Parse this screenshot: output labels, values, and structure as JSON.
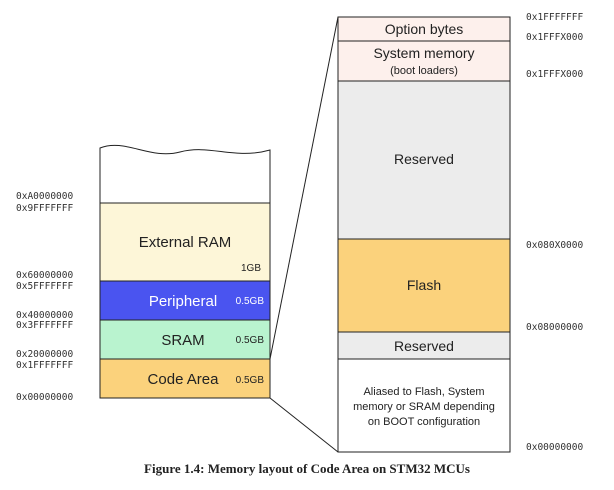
{
  "left": {
    "address_labels": {
      "a0000000": "0xA0000000",
      "9fffffff": "0x9FFFFFFF",
      "60000000": "0x60000000",
      "5fffffff": "0x5FFFFFFF",
      "40000000": "0x40000000",
      "3fffffff": "0x3FFFFFFF",
      "20000000": "0x20000000",
      "1fffffff": "0x1FFFFFFF",
      "00000000": "0x00000000"
    },
    "regions": {
      "external_ram": {
        "label": "External RAM",
        "size": "1GB",
        "color": "#fdf6d8"
      },
      "peripheral": {
        "label": "Peripheral",
        "size": "0.5GB",
        "color": "#4a54f0"
      },
      "sram": {
        "label": "SRAM",
        "size": "0.5GB",
        "color": "#b9f3cf"
      },
      "code_area": {
        "label": "Code Area",
        "size": "0.5GB",
        "color": "#fbd27c"
      }
    }
  },
  "right": {
    "address_labels": {
      "1fffffff": "0x1FFFFFFF",
      "1fffx000_a": "0x1FFFX000",
      "1fffx000_b": "0x1FFFX000",
      "080x0000": "0x080X0000",
      "08000000": "0x08000000",
      "00000000": "0x00000000"
    },
    "regions": {
      "option_bytes": {
        "label": "Option bytes",
        "color": "#fdf0ec"
      },
      "system_memory": {
        "label": "System memory",
        "sublabel": "(boot loaders)",
        "color": "#fdf0ec"
      },
      "reserved_top": {
        "label": "Reserved",
        "color": "#ececec"
      },
      "flash": {
        "label": "Flash",
        "color": "#fbd27c"
      },
      "reserved_bottom": {
        "label": "Reserved",
        "color": "#ececec"
      },
      "aliased": {
        "lines": [
          "Aliased to Flash, System",
          "memory or SRAM depending",
          "on BOOT configuration"
        ],
        "color": "#ffffff"
      }
    }
  },
  "caption": "Figure 1.4: Memory layout of Code Area on STM32 MCUs"
}
